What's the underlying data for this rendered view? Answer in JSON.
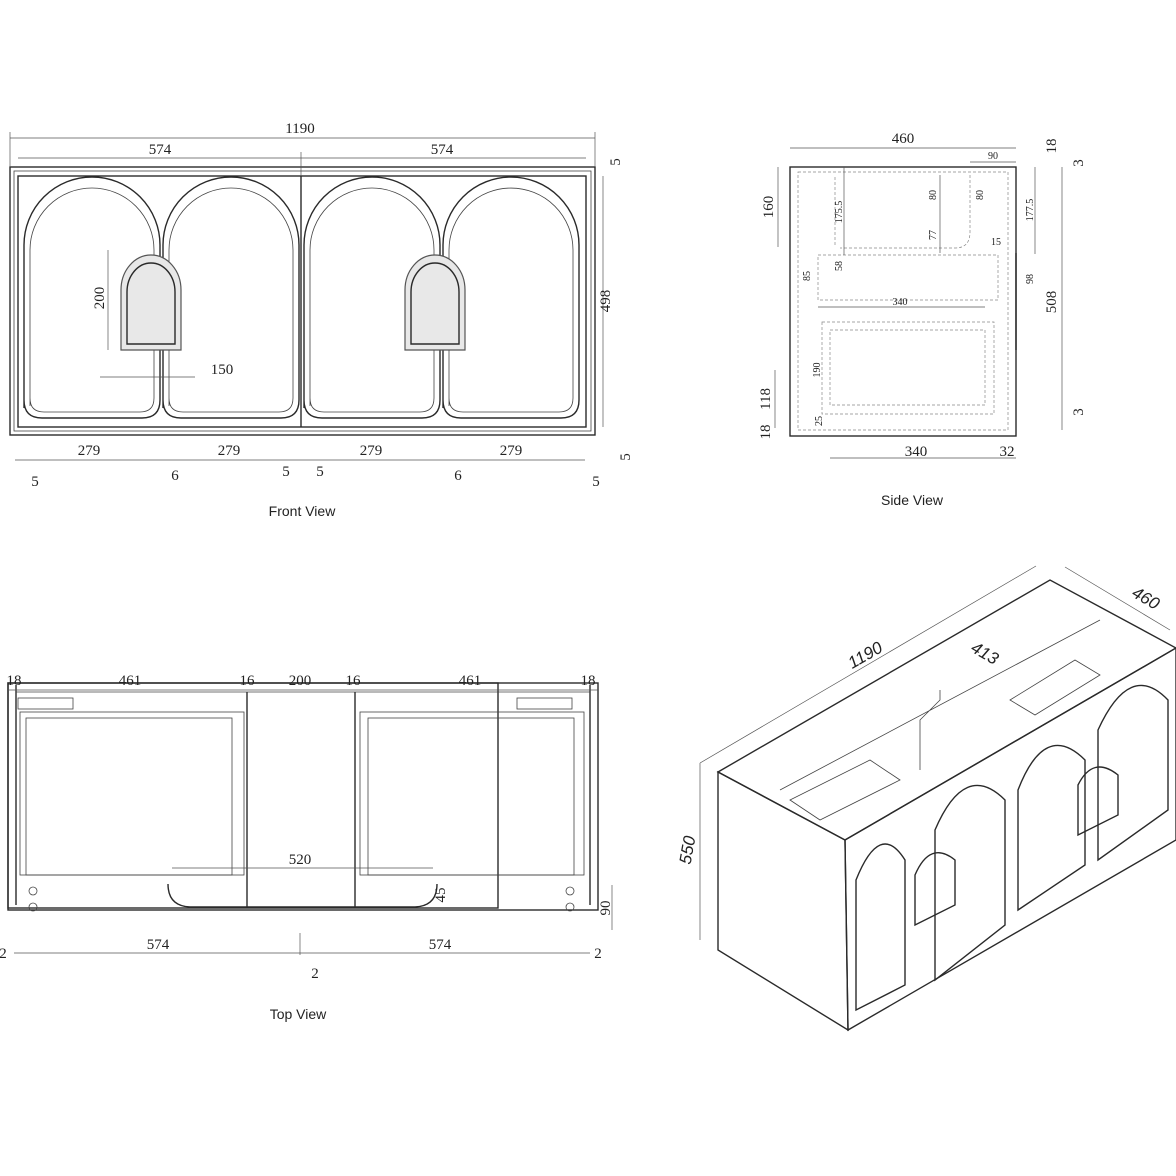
{
  "front_view": {
    "caption": "Front View",
    "overall_width": "1190",
    "door_widths": [
      "574",
      "574"
    ],
    "height": "498",
    "edge_top": "5",
    "edge_bottom": "5",
    "panel_widths": [
      "279",
      "279",
      "279",
      "279"
    ],
    "gaps": [
      "5",
      "6",
      "5",
      "5",
      "6",
      "5"
    ],
    "handle_height": "200",
    "handle_width": "150"
  },
  "side_view": {
    "caption": "Side View",
    "depth": "460",
    "top_inset": "90",
    "top_thickness": "18",
    "top_offset": "3",
    "bottom_offset": "3",
    "rear_cutout_height": "160",
    "height_left": "175.5",
    "height_right": "177.5",
    "inner_a": "80",
    "inner_b": "80",
    "inner_c": "77",
    "inner_d": "15",
    "drawer_85": "85",
    "drawer_58": "58",
    "drawer_340_upper": "340",
    "handle_98": "98",
    "overall_height": "508",
    "lower_190": "190",
    "lower_118": "118",
    "lower_25": "25",
    "base_18": "18",
    "bottom_340": "340",
    "bottom_32": "32"
  },
  "top_view": {
    "caption": "Top View",
    "top_dims": [
      "18",
      "461",
      "16",
      "200",
      "16",
      "461",
      "18"
    ],
    "cutout_width": "520",
    "cutout_depth": "45",
    "front_depth": "90",
    "door_widths": [
      "574",
      "574"
    ],
    "gaps": [
      "2",
      "2",
      "2"
    ]
  },
  "iso_view": {
    "width": "1190",
    "depth": "460",
    "height": "550",
    "inner": "413"
  }
}
